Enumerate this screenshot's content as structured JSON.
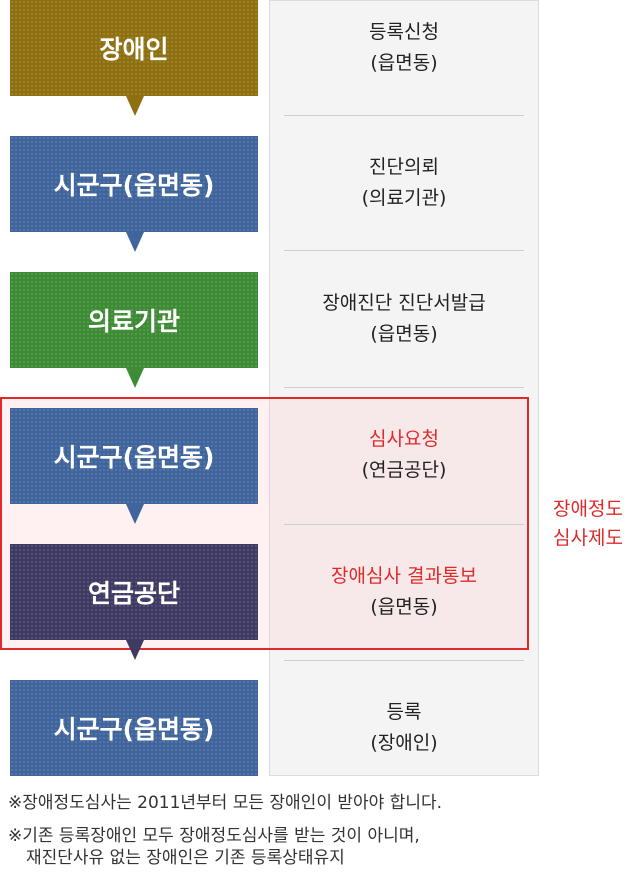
{
  "steps": [
    {
      "label": "장애인",
      "color": "#8f7010",
      "desc_lines": [
        "등록신청",
        "(읍면동)"
      ]
    },
    {
      "label": "시군구(읍면동)",
      "color": "#3f659c",
      "desc_lines": [
        "진단의뢰",
        "(의료기관)"
      ]
    },
    {
      "label": "의료기관",
      "color": "#3d8c35",
      "desc_lines": [
        "장애진단 진단서발급",
        "(읍면동)"
      ]
    },
    {
      "label": "시군구(읍면동)",
      "color": "#3f659c",
      "desc_lines": [
        "심사요청",
        "(연금공단)"
      ]
    },
    {
      "label": "연금공단",
      "color": "#3f3a63",
      "desc_lines": [
        "장애심사 결과통보",
        "(읍면동)"
      ]
    },
    {
      "label": "시군구(읍면동)",
      "color": "#3f659c",
      "desc_lines": [
        "등록",
        "(장애인)"
      ]
    }
  ],
  "review_label_lines": [
    "장애정도",
    "심사제도"
  ],
  "notes": [
    {
      "lines": [
        "※장애정도심사는 2011년부터 모든 장애인이 받아야 합니다."
      ]
    },
    {
      "lines": [
        "※기존 등록장애인 모두 장애정도심사를 받는 것이 아니며,",
        "재진단사유 없는 장애인은 기존 등록상태유지"
      ]
    }
  ]
}
